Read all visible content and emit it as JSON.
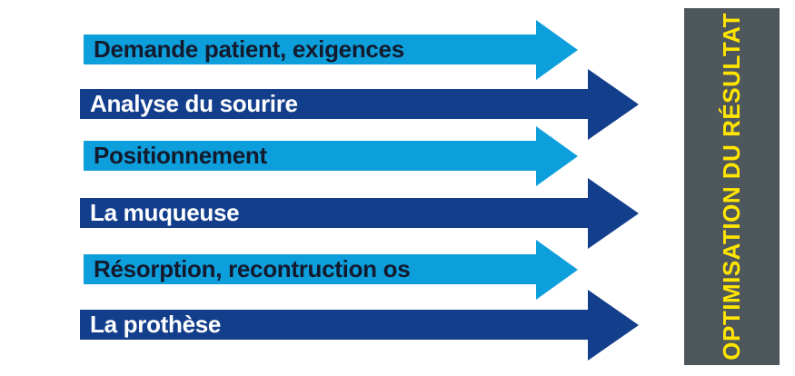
{
  "diagram": {
    "background": "#ffffff",
    "colors": {
      "light_blue": "#0d9fdb",
      "dark_blue": "#133e8c",
      "gray": "#4e575c",
      "yellow": "#ffe500",
      "text_dark": "#141a2e",
      "text_light": "#ffffff"
    },
    "steps": [
      {
        "label": "Demande patient, exigences",
        "variant": "light"
      },
      {
        "label": "Analyse du sourire",
        "variant": "dark"
      },
      {
        "label": "Positionnement",
        "variant": "light"
      },
      {
        "label": "La muqueuse",
        "variant": "dark"
      },
      {
        "label": "Résorption, recontruction os",
        "variant": "light"
      },
      {
        "label": "La prothèse",
        "variant": "dark"
      }
    ],
    "sidebar_label": "OPTIMISATION DU RÉSULTAT"
  }
}
